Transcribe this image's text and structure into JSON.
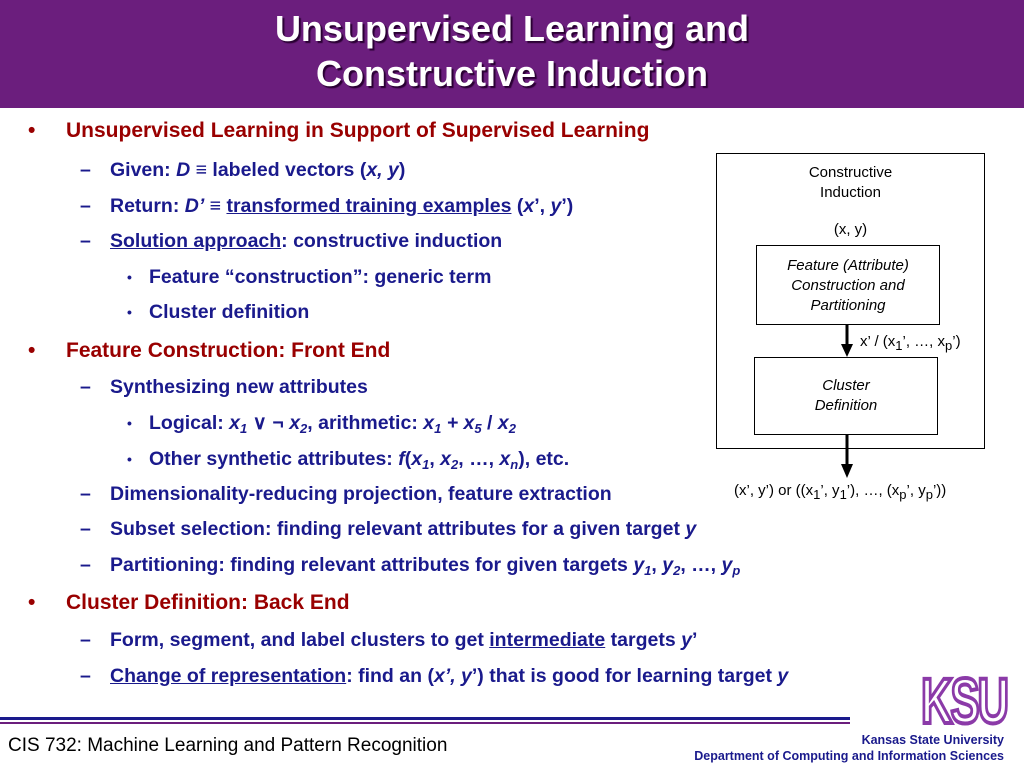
{
  "slide": {
    "title_line1": "Unsupervised Learning and",
    "title_line2": "Constructive Induction"
  },
  "outline": [
    {
      "kind": "bullet",
      "marker": "•",
      "parts": [
        {
          "t": "Unsupervised Learning in Support of Supervised Learning"
        }
      ]
    },
    {
      "kind": "dash",
      "marker": "–",
      "parts": [
        {
          "t": "Given: "
        },
        {
          "t": "D",
          "i": true
        },
        {
          "t": " ≡ labeled vectors ("
        },
        {
          "t": "x, y",
          "i": true
        },
        {
          "t": ")"
        }
      ]
    },
    {
      "kind": "dash",
      "marker": "–",
      "parts": [
        {
          "t": "Return: "
        },
        {
          "t": "D’",
          "i": true
        },
        {
          "t": " ≡ "
        },
        {
          "t": "transformed training examples",
          "u": true
        },
        {
          "t": " ("
        },
        {
          "t": "x",
          "i": true
        },
        {
          "t": "’, "
        },
        {
          "t": "y",
          "i": true
        },
        {
          "t": "’)"
        }
      ]
    },
    {
      "kind": "dash",
      "marker": "–",
      "parts": [
        {
          "t": "Solution approach",
          "u": true
        },
        {
          "t": ": constructive induction"
        }
      ]
    },
    {
      "kind": "dot",
      "marker": "•",
      "parts": [
        {
          "t": "Feature “construction”: generic term"
        }
      ]
    },
    {
      "kind": "dot",
      "marker": "•",
      "parts": [
        {
          "t": "Cluster definition"
        }
      ]
    },
    {
      "kind": "bullet",
      "marker": "•",
      "parts": [
        {
          "t": "Feature Construction: Front End"
        }
      ]
    },
    {
      "kind": "dash",
      "marker": "–",
      "parts": [
        {
          "t": "Synthesizing new attributes"
        }
      ]
    },
    {
      "kind": "dot",
      "marker": "•",
      "parts": [
        {
          "t": "Logical: "
        },
        {
          "t": "x",
          "i": true
        },
        {
          "t": "1",
          "i": true,
          "sub": true
        },
        {
          "t": " ∨ ¬ "
        },
        {
          "t": "x",
          "i": true
        },
        {
          "t": "2",
          "i": true,
          "sub": true
        },
        {
          "t": ", arithmetic: "
        },
        {
          "t": "x",
          "i": true
        },
        {
          "t": "1",
          "i": true,
          "sub": true
        },
        {
          "t": " + x",
          "i": true
        },
        {
          "t": "5",
          "i": true,
          "sub": true
        },
        {
          "t": " / "
        },
        {
          "t": "x",
          "i": true
        },
        {
          "t": "2",
          "i": true,
          "sub": true
        }
      ]
    },
    {
      "kind": "dot",
      "marker": "•",
      "parts": [
        {
          "t": "Other synthetic attributes: "
        },
        {
          "t": "f",
          "i": true
        },
        {
          "t": "("
        },
        {
          "t": "x",
          "i": true
        },
        {
          "t": "1",
          "i": true,
          "sub": true
        },
        {
          "t": ", "
        },
        {
          "t": "x",
          "i": true
        },
        {
          "t": "2",
          "i": true,
          "sub": true
        },
        {
          "t": ", …, "
        },
        {
          "t": "x",
          "i": true
        },
        {
          "t": "n",
          "i": true,
          "sub": true
        },
        {
          "t": "), etc."
        }
      ]
    },
    {
      "kind": "dash",
      "marker": "–",
      "parts": [
        {
          "t": "Dimensionality-reducing projection, feature extraction"
        }
      ]
    },
    {
      "kind": "dash",
      "marker": "–",
      "parts": [
        {
          "t": "Subset selection: finding relevant attributes for a given target "
        },
        {
          "t": "y",
          "i": true
        }
      ]
    },
    {
      "kind": "dash",
      "marker": "–",
      "parts": [
        {
          "t": "Partitioning: finding relevant attributes for given targets "
        },
        {
          "t": "y",
          "i": true
        },
        {
          "t": "1",
          "i": true,
          "sub": true
        },
        {
          "t": ", "
        },
        {
          "t": "y",
          "i": true
        },
        {
          "t": "2",
          "i": true,
          "sub": true
        },
        {
          "t": ", …, "
        },
        {
          "t": "y",
          "i": true
        },
        {
          "t": "p",
          "i": true,
          "sub": true
        }
      ]
    },
    {
      "kind": "bullet",
      "marker": "•",
      "parts": [
        {
          "t": "Cluster Definition: Back End"
        }
      ]
    },
    {
      "kind": "dash",
      "marker": "–",
      "parts": [
        {
          "t": "Form, segment, and label clusters to get "
        },
        {
          "t": "intermediate",
          "u": true
        },
        {
          "t": " targets "
        },
        {
          "t": "y",
          "i": true
        },
        {
          "t": "’"
        }
      ]
    },
    {
      "kind": "dash",
      "marker": "–",
      "parts": [
        {
          "t": "Change of representation",
          "u": true
        },
        {
          "t": ": find an ("
        },
        {
          "t": "x’, y",
          "i": true
        },
        {
          "t": "’) that is good for learning target "
        },
        {
          "t": "y",
          "i": true
        }
      ]
    }
  ],
  "diagram": {
    "outer_title_line1": "Constructive",
    "outer_title_line2": "Induction",
    "input_label": "(x, y)",
    "box1_line1": "Feature (Attribute)",
    "box1_line2": "Construction and",
    "box1_line3": "Partitioning",
    "mid_label": [
      {
        "t": "x’ / (x"
      },
      {
        "t": "1",
        "sub": true
      },
      {
        "t": "’, …, x"
      },
      {
        "t": "p",
        "sub": true
      },
      {
        "t": "’)"
      }
    ],
    "box2_line1": "Cluster",
    "box2_line2": "Definition",
    "output_label": [
      {
        "t": "(x’, y’) or ((x"
      },
      {
        "t": "1",
        "sub": true
      },
      {
        "t": "’, y"
      },
      {
        "t": "1",
        "sub": true
      },
      {
        "t": "’), …, (x"
      },
      {
        "t": "p",
        "sub": true
      },
      {
        "t": "’, y"
      },
      {
        "t": "p",
        "sub": true
      },
      {
        "t": "’))"
      }
    ]
  },
  "footer": {
    "course": "CIS 732: Machine Learning and Pattern Recognition",
    "university": "Kansas State University",
    "department": "Department of Computing and Information Sciences",
    "logo_text": "KSU"
  },
  "colors": {
    "title_bar": "#6b1e7d",
    "level1_text": "#990000",
    "body_text": "#1a1a8c",
    "logo": "#8b3aa8"
  }
}
